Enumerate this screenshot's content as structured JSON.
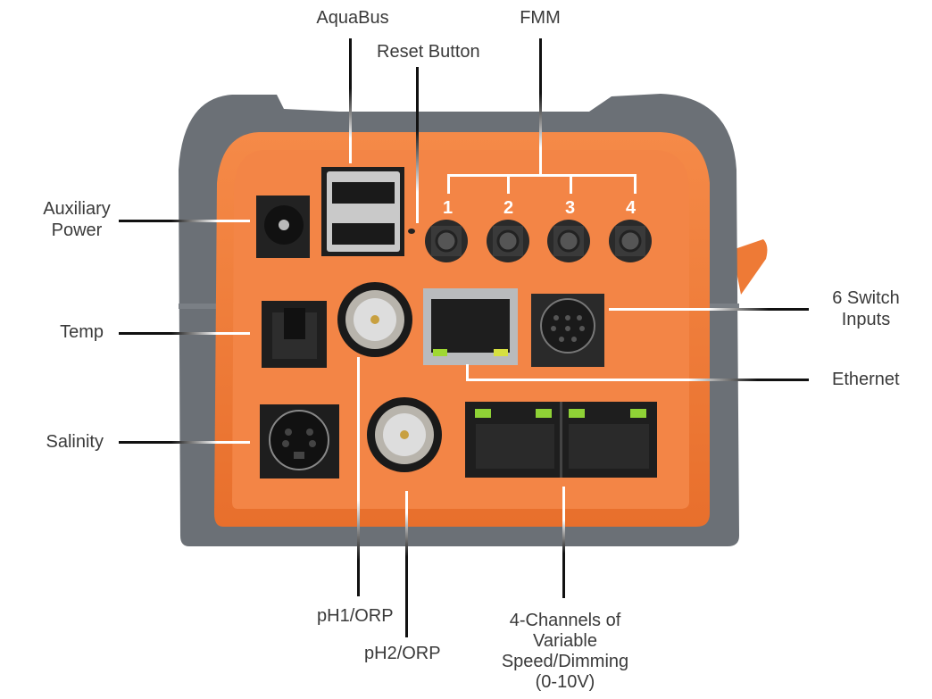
{
  "title": "Controller connector panel diagram",
  "colors": {
    "housing_orange": "#f07d3c",
    "bumper_gray": "#6b7076",
    "label_text": "#3a3a3a",
    "led_green": "#9fd832"
  },
  "labels": {
    "aquabus": "AquaBus",
    "reset_button": "Reset Button",
    "fmm": "FMM",
    "auxiliary_power_line1": "Auxiliary",
    "auxiliary_power_line2": "Power",
    "temp": "Temp",
    "salinity": "Salinity",
    "switch_inputs_line1": "6 Switch",
    "switch_inputs_line2": "Inputs",
    "ethernet": "Ethernet",
    "ph1_orp": "pH1/ORP",
    "ph2_orp": "pH2/ORP",
    "variable_speed_line1": "4-Channels of",
    "variable_speed_line2": "Variable",
    "variable_speed_line3": "Speed/Dimming",
    "variable_speed_line4": "(0-10V)"
  },
  "fmm_ports": [
    "1",
    "2",
    "3",
    "4"
  ]
}
